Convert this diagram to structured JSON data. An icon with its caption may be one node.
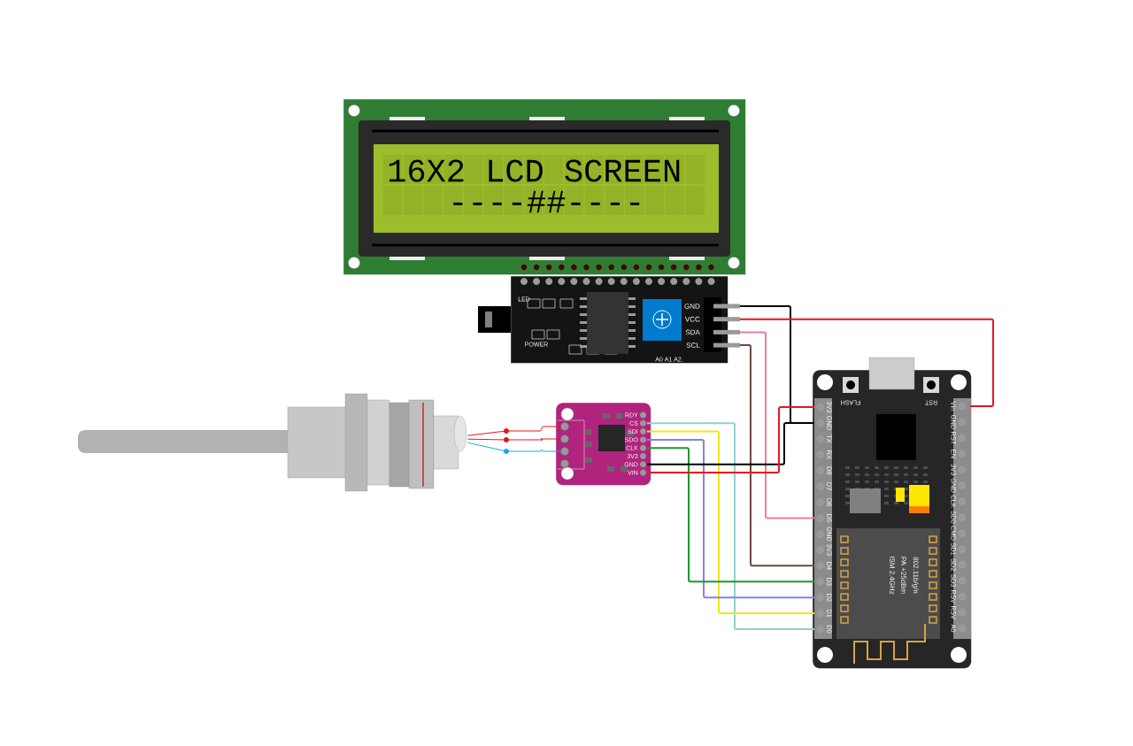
{
  "diagram": {
    "nodes": [
      {
        "text": [
          "16X2 LCD SCREEN",
          "----##----"
        ]
      },
      {
        "text": [
          "LED",
          "POWER",
          "A0 A1 A2."
        ]
      },
      {
        "text": [
          "GND"
        ],
        "in": 1
      },
      {
        "text": [
          "VCC"
        ],
        "in": 1
      },
      {
        "text": [
          "SDA"
        ],
        "in": 1
      },
      {
        "text": [
          "SCL"
        ],
        "in": 1
      },
      {
        "text": [],
        "shape": "picture"
      },
      {
        "text": [],
        "shape": "picture"
      },
      {
        "text": [],
        "shape": "circle",
        "in": 7
      },
      {
        "text": [],
        "shape": "circle",
        "in": 7
      },
      {
        "text": [],
        "shape": "circle",
        "in": 7
      },
      {
        "text": [],
        "shape": "circle",
        "in": 7
      },
      {
        "text": [
          "RDY"
        ],
        "in": 7
      },
      {
        "text": [
          "CS"
        ],
        "in": 7
      },
      {
        "text": [
          "SDI"
        ],
        "in": 7
      },
      {
        "text": [
          "SDO"
        ],
        "in": 7
      },
      {
        "text": [
          "CLK"
        ],
        "in": 7
      },
      {
        "text": [
          "3V3"
        ],
        "in": 7
      },
      {
        "text": [
          "GND"
        ],
        "in": 7
      },
      {
        "text": [
          "VIN"
        ],
        "in": 7
      },
      {
        "text": [
          "FLASH",
          "RST"
        ]
      },
      {
        "text": [
          "3V3"
        ],
        "in": 20
      },
      {
        "text": [
          "GND"
        ],
        "in": 20
      },
      {
        "text": [
          "TX"
        ],
        "in": 20
      },
      {
        "text": [
          "RX"
        ],
        "in": 20
      },
      {
        "text": [
          "D8"
        ],
        "in": 20
      },
      {
        "text": [
          "D7"
        ],
        "in": 20
      },
      {
        "text": [
          "D6"
        ],
        "in": 20
      },
      {
        "text": [
          "D5"
        ],
        "in": 20
      },
      {
        "text": [
          "GND"
        ],
        "in": 20
      },
      {
        "text": [
          "3V3"
        ],
        "in": 20
      },
      {
        "text": [
          "D4"
        ],
        "in": 20
      },
      {
        "text": [
          "D3"
        ],
        "in": 20
      },
      {
        "text": [
          "D2"
        ],
        "in": 20
      },
      {
        "text": [
          "D1"
        ],
        "in": 20
      },
      {
        "text": [
          "D0"
        ],
        "in": 20
      },
      {
        "text": [
          "Vin"
        ],
        "in": 20
      },
      {
        "text": [
          "GND"
        ],
        "in": 20
      },
      {
        "text": [
          "RST"
        ],
        "in": 20
      },
      {
        "text": [
          "EN"
        ],
        "in": 20
      },
      {
        "text": [
          "3V3"
        ],
        "in": 20
      },
      {
        "text": [
          "GND"
        ],
        "in": 20
      },
      {
        "text": [
          "CLK"
        ],
        "in": 20
      },
      {
        "text": [
          "SD0"
        ],
        "in": 20
      },
      {
        "text": [
          "CMD"
        ],
        "in": 20
      },
      {
        "text": [
          "SD1"
        ],
        "in": 20
      },
      {
        "text": [
          "SD2"
        ],
        "in": 20
      },
      {
        "text": [
          "SD3"
        ],
        "in": 20
      },
      {
        "text": [
          "RSV"
        ],
        "in": 20
      },
      {
        "text": [
          "RSV"
        ],
        "in": 20
      },
      {
        "text": [
          "A0"
        ],
        "in": 20
      }
    ],
    "edges": [
      {
        "from": 2,
        "to": 22,
        "arrow": "none",
        "color": "#000000"
      },
      {
        "from": 3,
        "to": 36,
        "arrow": "none",
        "color": "#e8141e"
      },
      {
        "from": 4,
        "to": 28,
        "arrow": "none",
        "color": "#f07ca0"
      },
      {
        "from": 5,
        "to": 31,
        "arrow": "none",
        "color": "#6b4a40"
      },
      {
        "from": 13,
        "to": 35,
        "arrow": "none",
        "color": "#8fd3c8"
      },
      {
        "from": 14,
        "to": 34,
        "arrow": "none",
        "color": "#f0e814"
      },
      {
        "from": 15,
        "to": 33,
        "arrow": "none",
        "color": "#8080f0"
      },
      {
        "from": 16,
        "to": 32,
        "arrow": "none",
        "color": "#1a9a2a"
      },
      {
        "from": 18,
        "to": 22,
        "arrow": "none",
        "color": "#000000"
      },
      {
        "from": 19,
        "to": 21,
        "arrow": "none",
        "color": "#e8141e"
      },
      {
        "from": 6,
        "to": 8,
        "arrow": "none",
        "color": "#e8141e"
      },
      {
        "from": 6,
        "to": 9,
        "arrow": "none",
        "color": "#e8141e"
      },
      {
        "from": 6,
        "to": 10,
        "arrow": "none",
        "color": "#1aa8f0"
      }
    ],
    "labels": [
      "ISM 2.4GHz",
      "PA +25dBm",
      "802.11b/g/n"
    ]
  }
}
